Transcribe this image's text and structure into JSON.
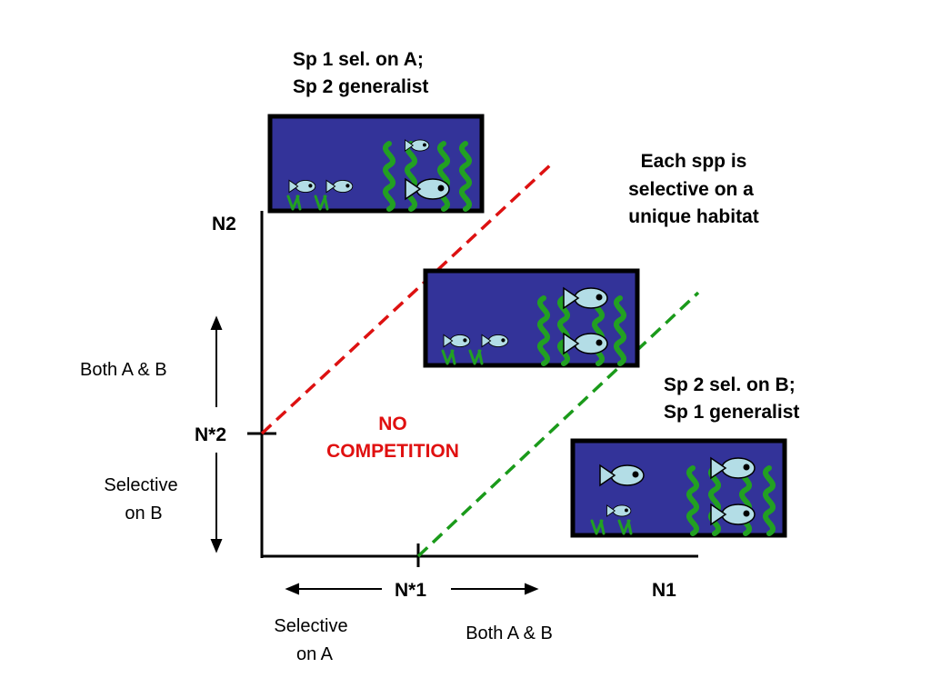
{
  "titles": {
    "top_line1": "Sp 1 sel. on A;",
    "top_line2": "Sp 2 generalist",
    "right_line1": "Each spp is",
    "right_line2": "selective on a",
    "right_line3": "unique habitat",
    "lower_line1": "Sp 2 sel. on B;",
    "lower_line2": "Sp 1 generalist"
  },
  "axes": {
    "y_label": "N2",
    "x_label": "N1",
    "y_marker": "N*2",
    "x_marker": "N*1"
  },
  "arrows": {
    "y_up": "Both A & B",
    "y_down_line1": "Selective",
    "y_down_line2": "on B",
    "x_left_line1": "Selective",
    "x_left_line2": "on A",
    "x_right": "Both A & B"
  },
  "center": {
    "line1": "NO",
    "line2": "COMPETITION"
  },
  "colors": {
    "tank": "#333399",
    "fish": "#b3dde6",
    "weed": "#22a022",
    "red_line": "#dd1111",
    "green_line": "#1a9a1a",
    "center_text": "#e01010"
  },
  "icons": [
    "fish-icon",
    "seaweed-icon"
  ]
}
